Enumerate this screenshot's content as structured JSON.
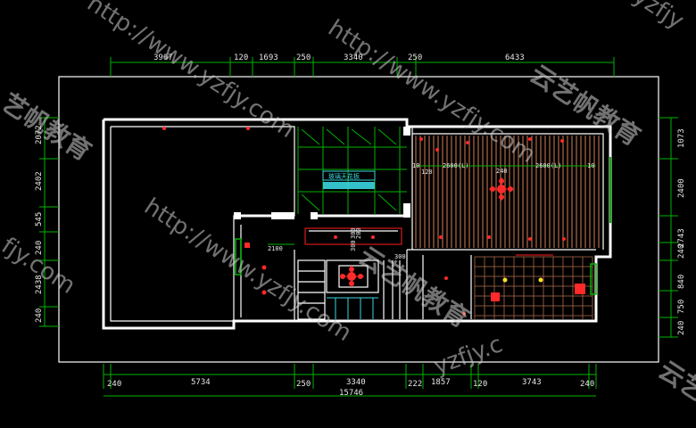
{
  "dimensions": {
    "top": [
      "3967",
      "120",
      "1693",
      "250",
      "3340",
      "250",
      "6433"
    ],
    "bottom_outer": [
      "240",
      "5734",
      "250",
      "3340",
      "222",
      "1857",
      "120",
      "3743",
      "240"
    ],
    "bottom_total": "15746",
    "left": [
      "2072",
      "2402",
      "545",
      "240",
      "2438",
      "240"
    ],
    "right": [
      "1073",
      "2400",
      "2743",
      "240",
      "840",
      "750",
      "240"
    ],
    "interior": [
      "300",
      "200",
      "300",
      "240",
      "10",
      "10",
      "120",
      "2100",
      "300"
    ],
    "ceiling_labels": [
      "2600(L)",
      "2600(L)"
    ]
  },
  "labels": {
    "cyan_panel": "玻璃天花板"
  },
  "watermarks": {
    "url": "http://www.yzfjy.com",
    "brand": "云艺帆教育",
    "brand_partial": "艺帆教育",
    "fragment_top_right": "yzfjy",
    "fragment_left": "fjy.com",
    "fragment_bottom": "yzfjy.c",
    "fragment_br": "云艺"
  },
  "colors": {
    "background": "#000000",
    "wall": "#ffffff",
    "dimension_lines": "#00b400",
    "fixtures": "#ff2020",
    "glass": "#3ad6e0",
    "ceiling_slats": "#b06a4a",
    "lamp_yellow": "#ffe030"
  }
}
